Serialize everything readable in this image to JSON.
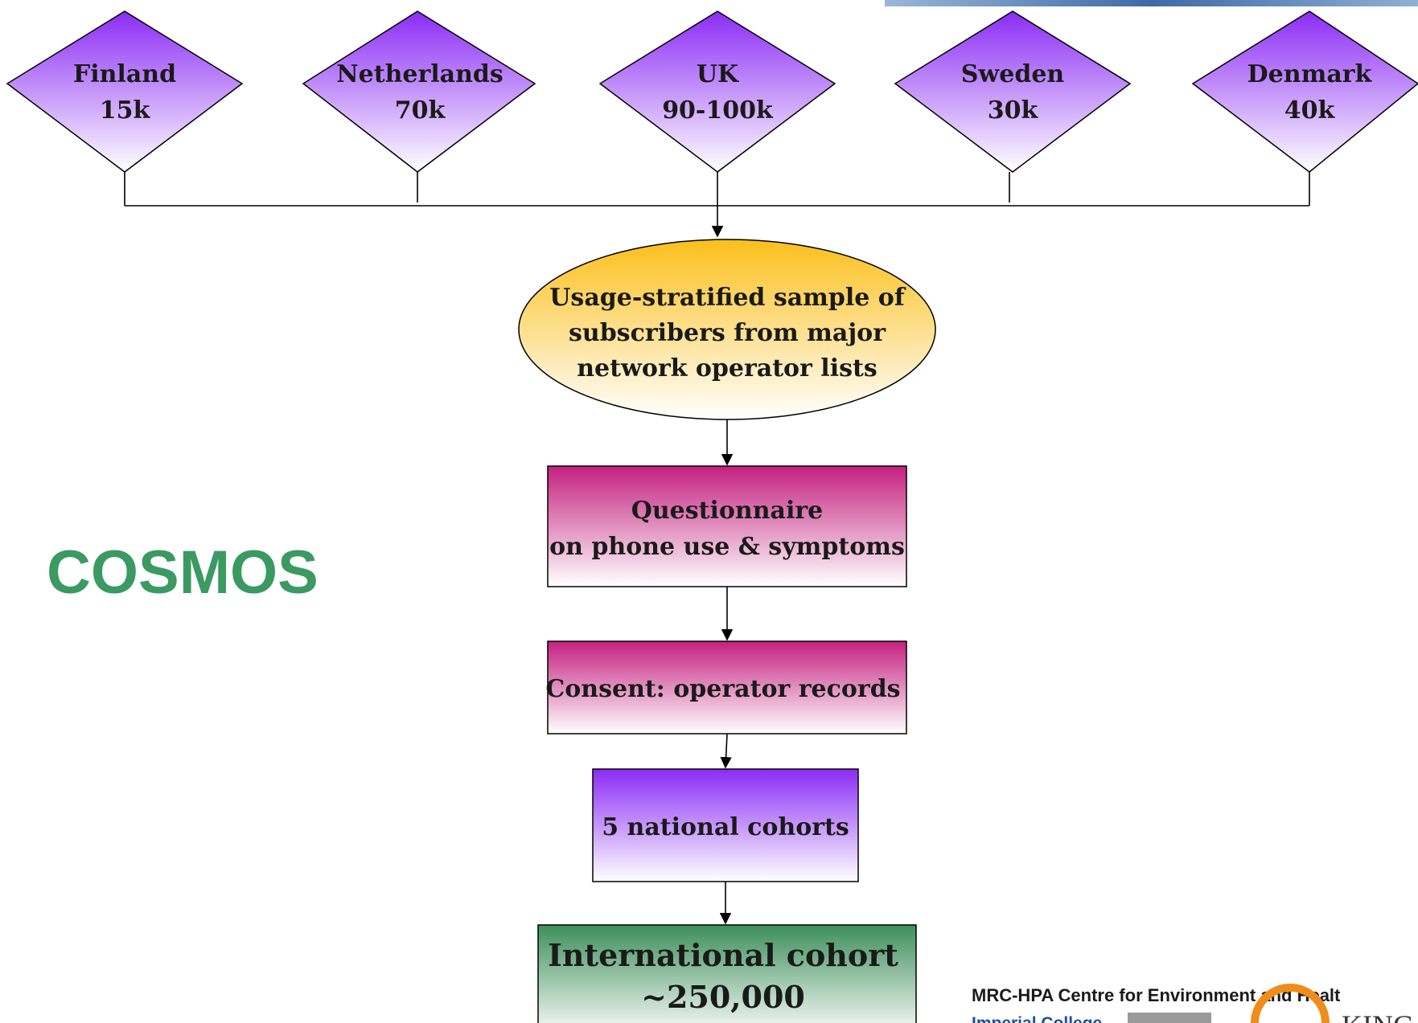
{
  "title": "COSMOS",
  "countries": [
    {
      "name": "Finland",
      "value": "15k"
    },
    {
      "name": "Netherlands",
      "value": "70k"
    },
    {
      "name": "UK",
      "value": "90-100k"
    },
    {
      "name": "Sweden",
      "value": "30k"
    },
    {
      "name": "Denmark",
      "value": "40k"
    }
  ],
  "sample": {
    "lines": [
      "Usage-stratified sample of",
      "subscribers from major",
      "network operator lists"
    ]
  },
  "questionnaire": {
    "lines": [
      "Questionnaire",
      "on phone use & symptoms"
    ]
  },
  "consent": {
    "label": "Consent: operator records"
  },
  "cohorts": {
    "label": "5 national cohorts"
  },
  "international": {
    "lines": [
      "International cohort",
      "~250,000"
    ]
  },
  "footer": {
    "centre": "MRC-HPA Centre for Environment and Healt",
    "imperial": "Imperial College",
    "kings": "KING"
  },
  "colors": {
    "diamond_top": "#8b2cf5",
    "diamond_bottom": "#ffffff",
    "sample_top": "#fbbf1c",
    "box_magenta_top": "#c4207f",
    "box_purple_top": "#8b2cf5",
    "box_green_top": "#3d8f5a",
    "title_green": "#3a9a62"
  }
}
